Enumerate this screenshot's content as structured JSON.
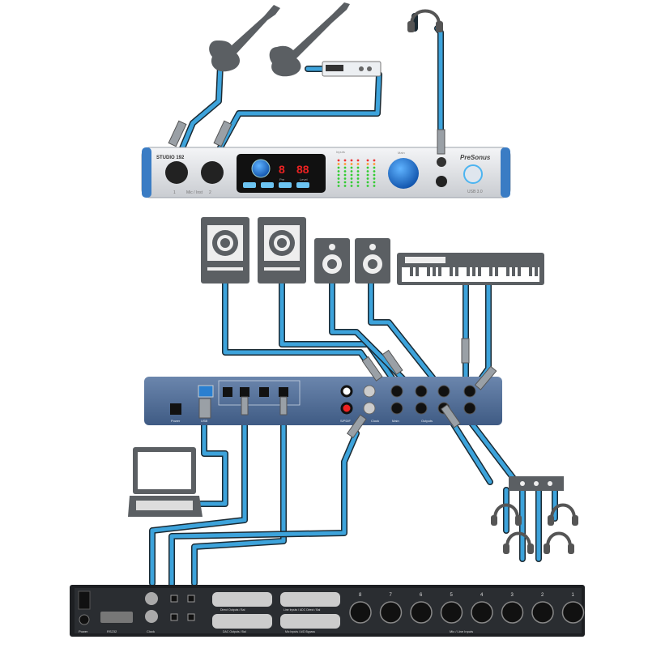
{
  "interface_front": {
    "model": "STUDIO 192",
    "mic_inst_label": "Mic / Inst",
    "input_1": "1",
    "input_2": "2",
    "display_pre": "8",
    "display_level": "88",
    "pre_label": "Pre",
    "level_label": "Level",
    "inputs_label": "Inputs",
    "main_label": "Main",
    "brand": "PreSonus",
    "usb_label": "USB 3.0"
  },
  "interface_rear": {
    "labels": [
      "Power",
      "USB",
      "S/PDIF",
      "Clock",
      "Main",
      "Outputs"
    ]
  },
  "preamp_rear": {
    "channel_numbers": [
      "8",
      "7",
      "6",
      "5",
      "4",
      "3",
      "2",
      "1"
    ],
    "labels": {
      "power": "Power",
      "serial": "RS232",
      "clock": "Clock",
      "direct_outputs": "Direct Outputs / Bal",
      "line_inputs": "Line Inputs / ADC Direct / Bal",
      "dac_outputs": "DAC Outputs / Bal",
      "mic_inputs": "Mic Inputs / A/D Bypass",
      "mic_line_inputs": "Mic / Line Inputs"
    }
  },
  "colors": {
    "cable": "#3da3db",
    "interface_blue": "#4a6a94",
    "accent": "#2a7fd0"
  }
}
